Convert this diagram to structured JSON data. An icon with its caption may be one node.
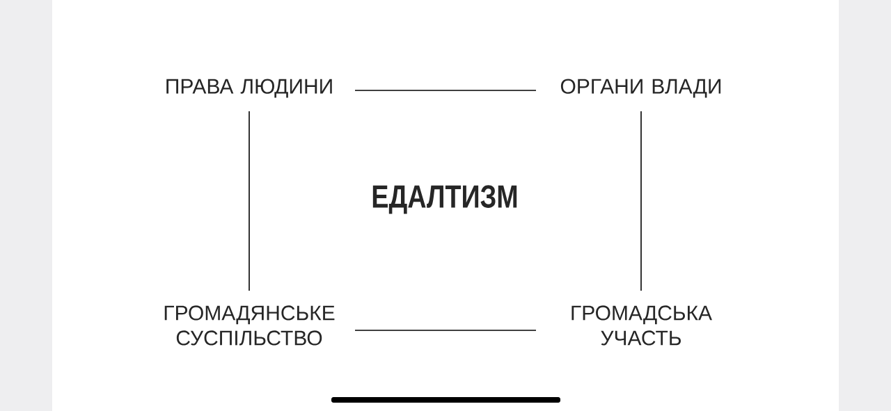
{
  "diagram": {
    "title": "ЕДАЛТИЗМ",
    "nodes": [
      {
        "text": [
          "ПРАВА ЛЮДИНИ"
        ]
      },
      {
        "text": [
          "ОРГАНИ ВЛАДИ"
        ]
      },
      {
        "text": [
          "ГРОМАДЯНСЬКЕ СУСПІЛЬСТВО"
        ]
      },
      {
        "text": [
          "ГРОМАДСЬКА УЧАСТЬ"
        ]
      }
    ],
    "edges": [
      {
        "from": 0,
        "to": 1,
        "arrow": "none"
      },
      {
        "from": 0,
        "to": 2,
        "arrow": "none"
      },
      {
        "from": 1,
        "to": 3,
        "arrow": "none"
      },
      {
        "from": 2,
        "to": 3,
        "arrow": "none"
      }
    ]
  }
}
